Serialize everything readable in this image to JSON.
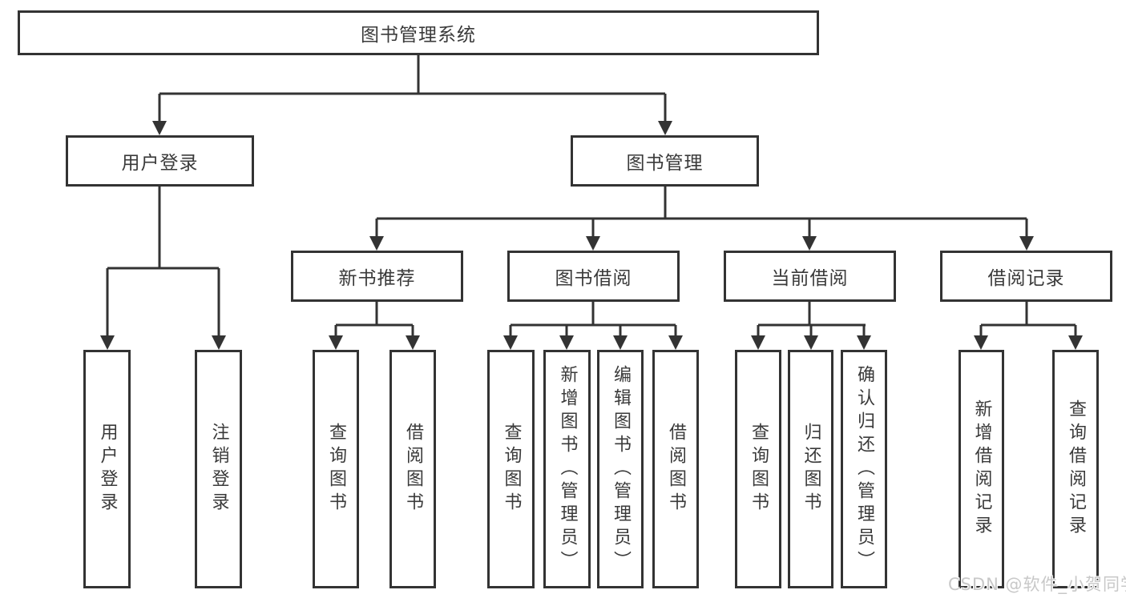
{
  "diagram": {
    "kind": "hierarchy-tree",
    "tree": {
      "label": "图书管理系统",
      "children": [
        {
          "label": "用户登录",
          "children": [
            {
              "label": "用户登录"
            },
            {
              "label": "注销登录"
            }
          ]
        },
        {
          "label": "图书管理",
          "children": [
            {
              "label": "新书推荐",
              "children": [
                {
                  "label": "查询图书"
                },
                {
                  "label": "借阅图书"
                }
              ]
            },
            {
              "label": "图书借阅",
              "children": [
                {
                  "label": "查询图书"
                },
                {
                  "label": "新增图书（管理员）"
                },
                {
                  "label": "编辑图书（管理员）"
                },
                {
                  "label": "借阅图书"
                }
              ]
            },
            {
              "label": "当前借阅",
              "children": [
                {
                  "label": "查询图书"
                },
                {
                  "label": "归还图书"
                },
                {
                  "label": "确认归还（管理员）"
                }
              ]
            },
            {
              "label": "借阅记录",
              "children": [
                {
                  "label": "新增借阅记录"
                },
                {
                  "label": "查询借阅记录"
                }
              ]
            }
          ]
        }
      ]
    }
  },
  "watermark": {
    "text": "CSDN @软件_小贺同学"
  },
  "colors": {
    "line": "#333333",
    "text": "#3a3a3a",
    "box_bg": "#ffffff",
    "watermark": "#c8c8c8",
    "background": "#ffffff"
  }
}
